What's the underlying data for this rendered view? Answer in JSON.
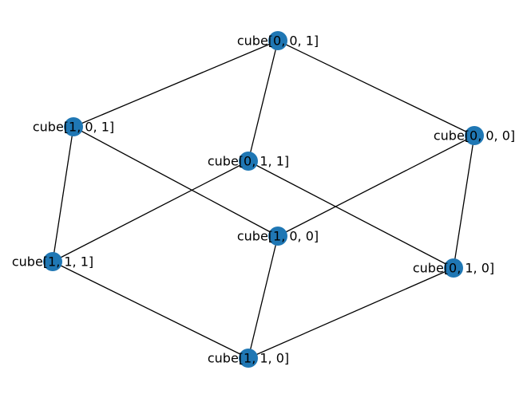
{
  "graph": {
    "type": "graph",
    "node_color": "#1f77b4",
    "edge_color": "#000000",
    "label_color": "#000000",
    "nodes": [
      {
        "id": "n001",
        "label": "cube[0, 0, 1]"
      },
      {
        "id": "n101",
        "label": "cube[1, 0, 1]"
      },
      {
        "id": "n000",
        "label": "cube[0, 0, 0]"
      },
      {
        "id": "n011",
        "label": "cube[0, 1, 1]"
      },
      {
        "id": "n100",
        "label": "cube[1, 0, 0]"
      },
      {
        "id": "n111",
        "label": "cube[1, 1, 1]"
      },
      {
        "id": "n010",
        "label": "cube[0, 1, 0]"
      },
      {
        "id": "n110",
        "label": "cube[1, 1, 0]"
      }
    ],
    "edges": [
      [
        "n001",
        "n101"
      ],
      [
        "n001",
        "n011"
      ],
      [
        "n001",
        "n000"
      ],
      [
        "n101",
        "n111"
      ],
      [
        "n101",
        "n100"
      ],
      [
        "n011",
        "n111"
      ],
      [
        "n011",
        "n010"
      ],
      [
        "n000",
        "n100"
      ],
      [
        "n000",
        "n010"
      ],
      [
        "n111",
        "n110"
      ],
      [
        "n100",
        "n110"
      ],
      [
        "n010",
        "n110"
      ]
    ]
  }
}
